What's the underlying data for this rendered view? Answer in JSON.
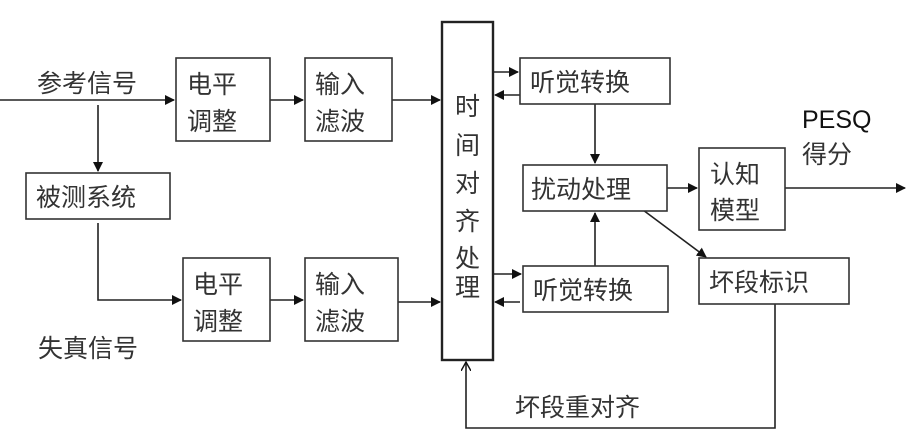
{
  "labels": {
    "reference_signal": "参考信号",
    "distorted_signal": "失真信号",
    "bad_segment_realign": "坏段重对齐",
    "pesq": "PESQ",
    "score": "得分"
  },
  "blocks": {
    "level_adjust_top": [
      "电平",
      "调整"
    ],
    "input_filter_top": [
      "输入",
      "滤波"
    ],
    "system_under_test": "被测系统",
    "level_adjust_bottom": [
      "电平",
      "调整"
    ],
    "input_filter_bottom": [
      "输入",
      "滤波"
    ],
    "time_alignment": [
      "时",
      "间",
      "对",
      "齐",
      "处",
      "理"
    ],
    "auditory_transform_top": "听觉转换",
    "disturbance_processing": "扰动处理",
    "auditory_transform_bottom": "听觉转换",
    "cognitive_model": [
      "认知",
      "模型"
    ],
    "bad_segment_identification": "坏段标识"
  }
}
